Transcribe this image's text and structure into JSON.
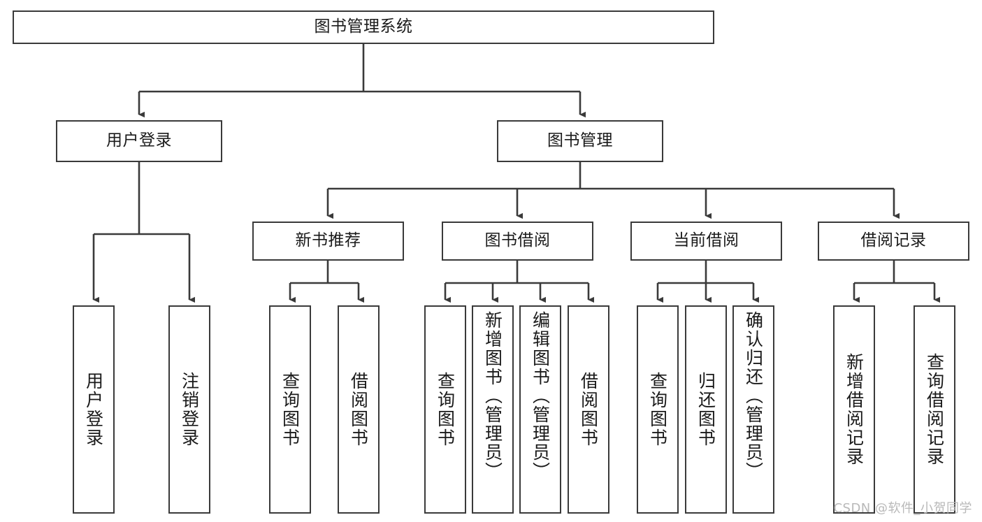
{
  "diagram": {
    "title": "图书管理系统",
    "watermark": "CSDN @软件_小贺同学",
    "line_color": "#3a3a3a",
    "box_border_color": "#3a3a3a",
    "background_color": "#ffffff",
    "text_color": "#1a1a1a",
    "root": {
      "label": "图书管理系统"
    },
    "level2": [
      {
        "label": "用户登录"
      },
      {
        "label": "图书管理"
      }
    ],
    "level3": [
      {
        "label": "新书推荐"
      },
      {
        "label": "图书借阅"
      },
      {
        "label": "当前借阅"
      },
      {
        "label": "借阅记录"
      }
    ],
    "leaves": {
      "user_login": [
        {
          "label": "用户登录"
        },
        {
          "label": "注销登录"
        }
      ],
      "new_book": [
        {
          "label": "查询图书"
        },
        {
          "label": "借阅图书"
        }
      ],
      "book_borrow": [
        {
          "label": "查询图书"
        },
        {
          "label": "新增图书（管理员）"
        },
        {
          "label": "编辑图书（管理员）"
        },
        {
          "label": "借阅图书"
        }
      ],
      "current_borrow": [
        {
          "label": "查询图书"
        },
        {
          "label": "归还图书"
        },
        {
          "label": "确认归还（管理员）"
        }
      ],
      "borrow_record": [
        {
          "label": "新增借阅记录"
        },
        {
          "label": "查询借阅记录"
        }
      ]
    }
  }
}
